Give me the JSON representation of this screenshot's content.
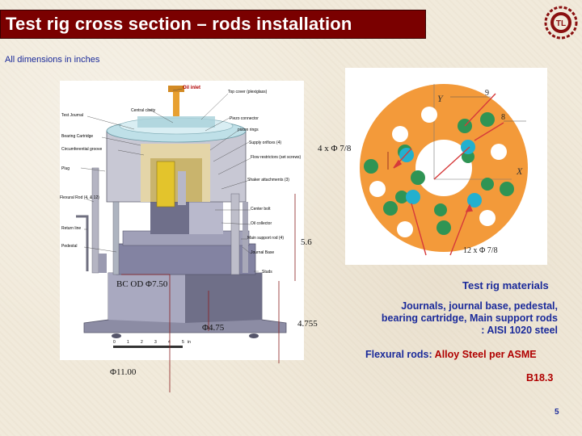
{
  "slide": {
    "title": "Test rig cross section – rods installation",
    "units_note": "All dimensions in inches",
    "page_number": "5"
  },
  "rig_callouts": {
    "oil_inlet": "Oil inlet",
    "top_cover": "Top cover (plexiglass)",
    "test_journal": "Test Journal",
    "central_cavity": "Central cavity",
    "piezo_connector": "Piezo connector",
    "bearing_cartridge": "Bearing Cartridge",
    "piston_rings": "piston rings",
    "circumferential_groove": "Circumferential groove",
    "supply_orifices": "Supply orifices (4)",
    "plug": "Plug",
    "flow_restrictors": "Flow restrictors (set screws)",
    "shaker_attachments": "Shaker attachments (3)",
    "flexural_rod": "Flexural Rod (4, & 12)",
    "center_bolt": "Center bolt",
    "return_line": "Return line",
    "oil_collector": "Oil collector",
    "main_support_rod": "Main support rod (4)",
    "pedestal": "Pedestal",
    "journal_base": "Journal Base",
    "studs": "Studs",
    "scale_ticks": [
      "0",
      "1",
      "2",
      "3",
      "4",
      "5"
    ],
    "scale_unit": "in"
  },
  "dimensions": {
    "height_upper": "5.6",
    "height_lower": "4.755",
    "bc_od": "BC OD Φ7.50",
    "dia_inner": "Φ4.75",
    "dia_outer": "Φ11.00"
  },
  "disc": {
    "axis_y": "Y",
    "axis_x": "X",
    "label_9": "9",
    "label_8": "8",
    "four_holes": "4 x Φ 7/8",
    "twelve_holes": "12 x Φ 7/8",
    "colors": {
      "disc": "#f39a3a",
      "hole_white": "#ffffff",
      "hole_green": "#2f9454",
      "hole_cyan": "#22b0cf",
      "arrow": "#d63a3a"
    }
  },
  "materials": {
    "title": "Test rig materials",
    "line1": "Journals, journal base, pedestal,",
    "line2": "bearing cartridge, Main support rods",
    "line3": ": AISI 1020 steel",
    "flex_label": "Flexural rods: ",
    "flex_value": "Alloy Steel per ASME",
    "std": "B18.3"
  },
  "logo": {
    "text": "TL"
  }
}
